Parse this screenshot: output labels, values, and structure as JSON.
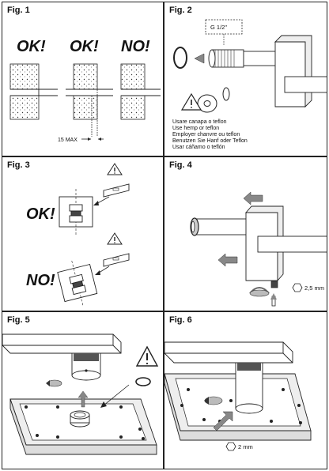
{
  "figures": {
    "fig1": {
      "label": "Fig. 1",
      "ok1": "OK!",
      "ok2": "OK!",
      "no": "NO!",
      "dimension": "15 MAX"
    },
    "fig2": {
      "label": "Fig. 2",
      "thread": "G 1/2\"",
      "instructions": [
        "Usare canapa o teflon",
        "Use hemp or teflon",
        "Employer chanvre ou teflon",
        "Benutzen Sie Hanf oder Teflon",
        "Usar cáñamo o teflón"
      ]
    },
    "fig3": {
      "label": "Fig. 3",
      "ok": "OK!",
      "no": "NO!"
    },
    "fig4": {
      "label": "Fig. 4",
      "hex": "2,5 mm"
    },
    "fig5": {
      "label": "Fig. 5"
    },
    "fig6": {
      "label": "Fig. 6",
      "hex": "2 mm"
    }
  }
}
